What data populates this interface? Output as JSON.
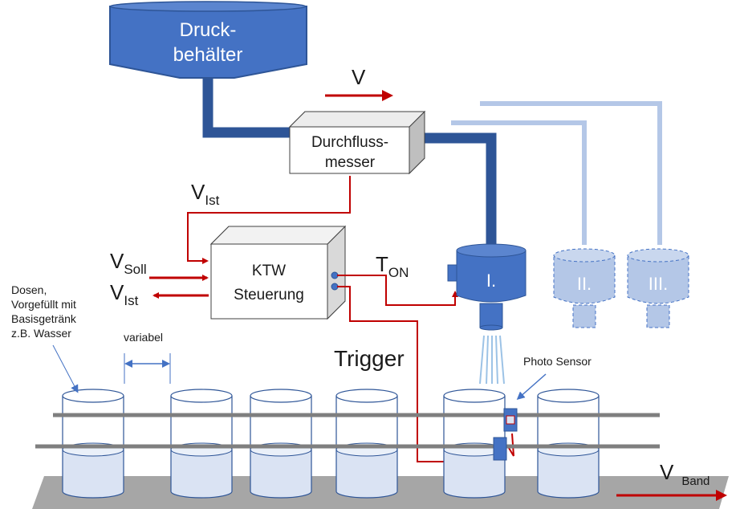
{
  "tank": {
    "line1": "Druck-",
    "line2": "behälter"
  },
  "flow_meter": {
    "line1": "Durchfluss-",
    "line2": "messer"
  },
  "controller": {
    "line1": "KTW",
    "line2": "Steuerung"
  },
  "arrows": {
    "top_v": "V",
    "v_ist_top": {
      "main": "V",
      "sub": "Ist"
    },
    "v_soll": {
      "main": "V",
      "sub": "Soll"
    },
    "v_ist_out": {
      "main": "V",
      "sub": "Ist"
    },
    "t_on": {
      "main": "T",
      "sub": "ON"
    },
    "trigger": "Trigger",
    "v_band": {
      "main": "V",
      "sub": "Band"
    }
  },
  "nozzles": [
    "I.",
    "II.",
    "III."
  ],
  "cans_note": {
    "line1": "Dosen,",
    "line2": "Vorgefüllt mit",
    "line3": "Basisgetränk",
    "line4": "z.B. Wasser"
  },
  "spacing_label": "variabel",
  "photo_sensor": "Photo Sensor",
  "colors": {
    "pipe_dark": "#2e5597",
    "nozzle_blue": "#4472c4",
    "nozzle_light": "#b4c7e7",
    "signal_red": "#c00000",
    "liquid": "#dae3f3",
    "belt": "#a6a6a6",
    "rail": "#7f7f7f"
  }
}
